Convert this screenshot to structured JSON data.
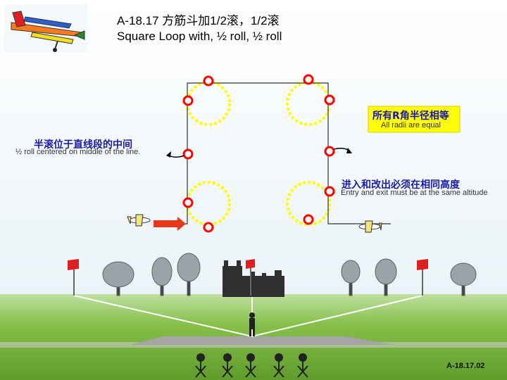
{
  "header": {
    "title_cn": "A-18.17 方筋斗加1/2滚，1/2滚",
    "title_en": "Square Loop with, ½ roll, ½ roll"
  },
  "notes": {
    "radii_cn": "所有R角半径相等",
    "radii_en": "All radii are equal",
    "half_roll_cn": "半滚位于直线段的中间",
    "half_roll_en": "½ roll centered on middle of the line.",
    "entry_exit_cn": "进入和改出必须在相同高度",
    "entry_exit_en": "Entry and exit must be at the same altitude"
  },
  "footer": {
    "code": "A-18.17.02"
  },
  "colors": {
    "loop_circle": "#ffff00",
    "marker_ring": "#ff0000",
    "entry_arrow": "#e83a1a",
    "sky": "#ffffff",
    "grass": "#7fb83a",
    "runway": "#b0b0b0",
    "note_box": "#ffff00"
  },
  "icons": [
    "aircraft-illustration-icon",
    "plane-icon",
    "flag-icon",
    "tree-icon",
    "castle-silhouette-icon",
    "pilot-icon",
    "judge-icon"
  ]
}
